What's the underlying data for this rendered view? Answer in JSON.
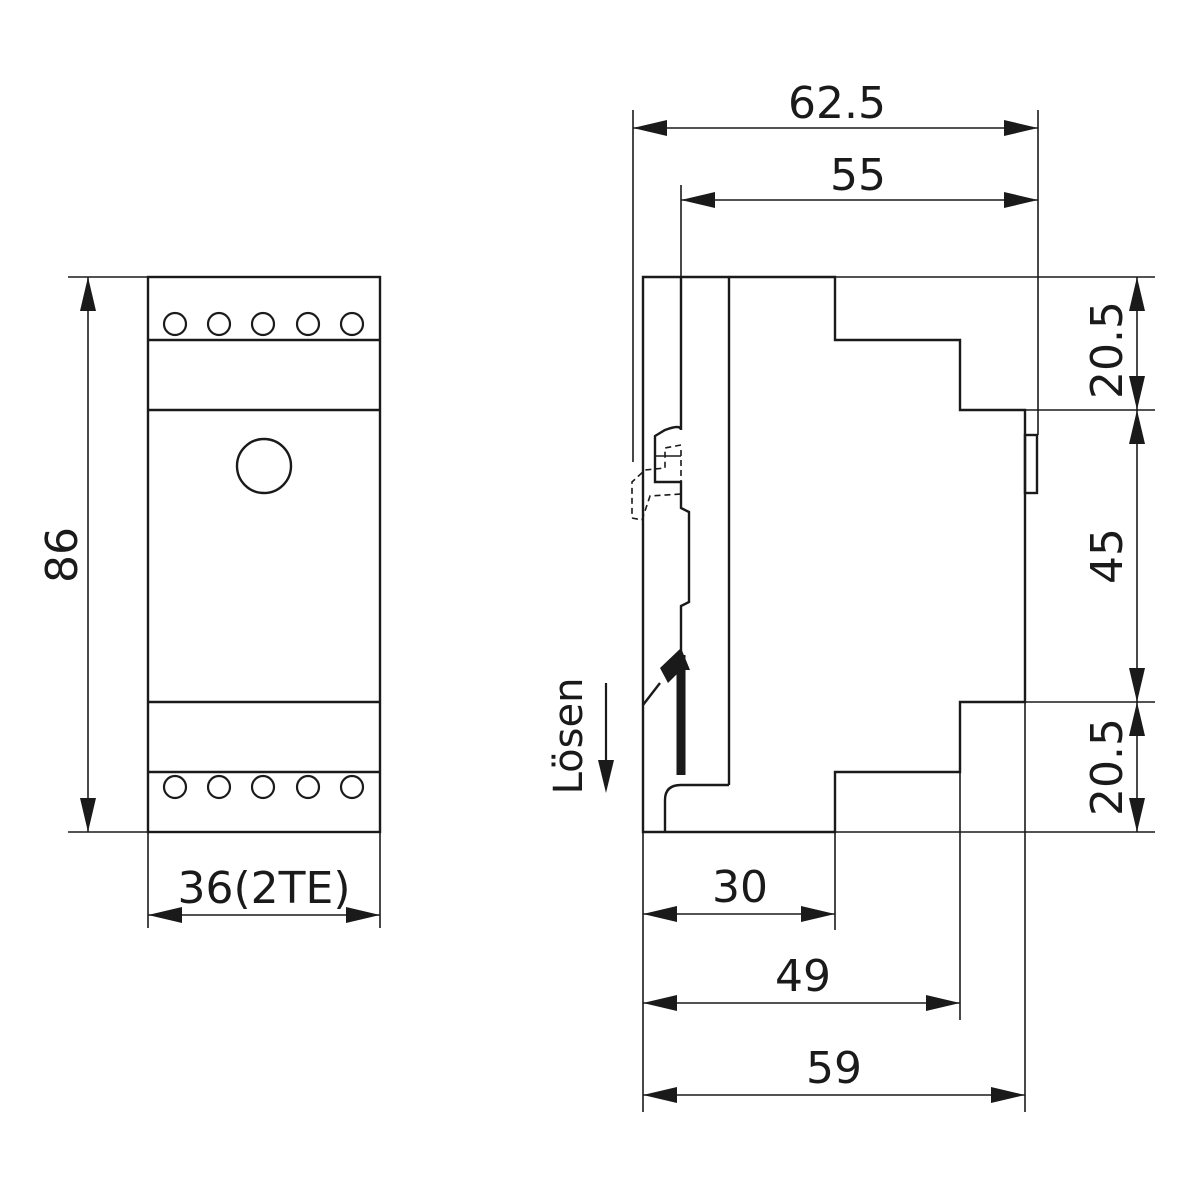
{
  "front_view": {
    "height_label": "86",
    "width_label": "36(2TE)",
    "top_terminals": 5,
    "bottom_terminals": 5
  },
  "side_view": {
    "dims_top": [
      "62.5",
      "55"
    ],
    "dims_right": [
      "20.5",
      "45",
      "20.5"
    ],
    "dims_bottom": [
      "30",
      "49",
      "59"
    ],
    "release_label": "Lösen"
  }
}
